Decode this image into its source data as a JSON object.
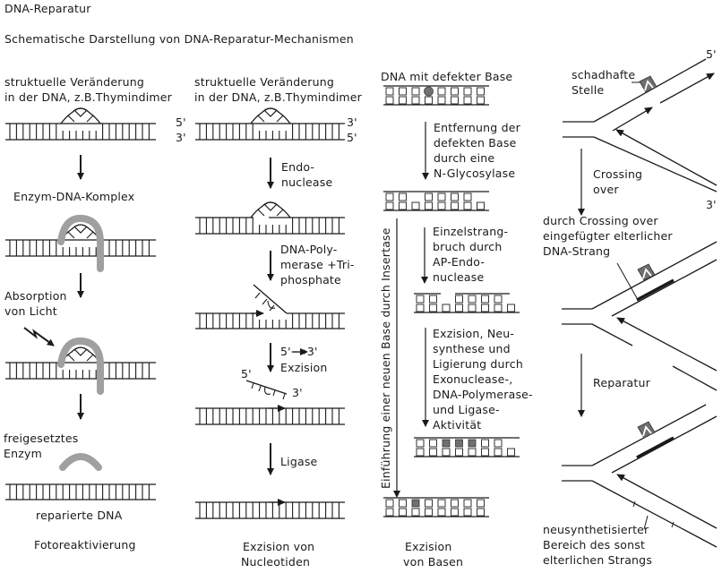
{
  "title": "DNA-Reparatur",
  "subtitle": "Schematische Darstellung von DNA-Reparatur-Mechanismen",
  "columns": [
    {
      "id": "fotoreaktivierung",
      "caption": "Fotoreaktivierung",
      "header": [
        "struktuelle Veränderung",
        "in der DNA, z.B.Thymindimer"
      ],
      "strand_labels": [
        "5'",
        "3'"
      ],
      "steps": [
        {
          "label": "Enzym-DNA-Komplex"
        },
        {
          "label": [
            "Absorption",
            "von Licht"
          ]
        },
        {
          "label": [
            "freigesetztes",
            "Enzym"
          ]
        },
        {
          "label": "reparierte DNA"
        }
      ]
    },
    {
      "id": "nucleotid-exzision",
      "caption": [
        "Exzision von",
        "Nucleotiden"
      ],
      "header": [
        "struktuelle Veränderung",
        "in der DNA, z.B.Thymindimer"
      ],
      "strand_labels": [
        "3'",
        "5'"
      ],
      "steps": [
        {
          "label": [
            "Endo-",
            "nuclease"
          ]
        },
        {
          "label": [
            "DNA-Poly-",
            "merase +Tri-",
            "phosphate"
          ]
        },
        {
          "label": [
            "5'⟶3'",
            "Exzision"
          ],
          "fragment_labels": [
            "5'",
            "3'"
          ]
        },
        {
          "label": "Ligase"
        }
      ]
    },
    {
      "id": "basen-exzision",
      "caption": [
        "Exzision",
        "von Basen"
      ],
      "header": "DNA mit defekter Base",
      "side_arrow_label": "Einführung einer neuen Base durch Insertase",
      "steps": [
        {
          "label": [
            "Entfernung der",
            "defekten Base",
            "durch eine",
            "N-Glycosylase"
          ]
        },
        {
          "label": [
            "Einzelstrang-",
            "bruch durch",
            "AP-Endo-",
            "nuclease"
          ]
        },
        {
          "label": [
            "Exzision, Neu-",
            "synthese und",
            "Ligierung durch",
            "Exonuclease-,",
            "DNA-Polymerase-",
            "und Ligase-",
            "Aktivität"
          ]
        }
      ]
    },
    {
      "id": "rekombination",
      "strand_labels": [
        "5'",
        "3'"
      ],
      "damage_label": [
        "schadhafte",
        "Stelle"
      ],
      "steps": [
        {
          "label": [
            "Crossing",
            "over"
          ]
        },
        {
          "label": [
            "durch Crossing over",
            "eingefügter elterlicher",
            "DNA-Strang"
          ]
        },
        {
          "label": "Reparatur"
        },
        {
          "label": [
            "neusynthetisierter",
            "Bereich des sonst",
            "elterlichen Strangs"
          ]
        }
      ]
    }
  ],
  "colors": {
    "line": "#1a1a1a",
    "enzyme": "#a0a0a0",
    "defect": "#707070",
    "damage_box": "#6e6e6e"
  }
}
